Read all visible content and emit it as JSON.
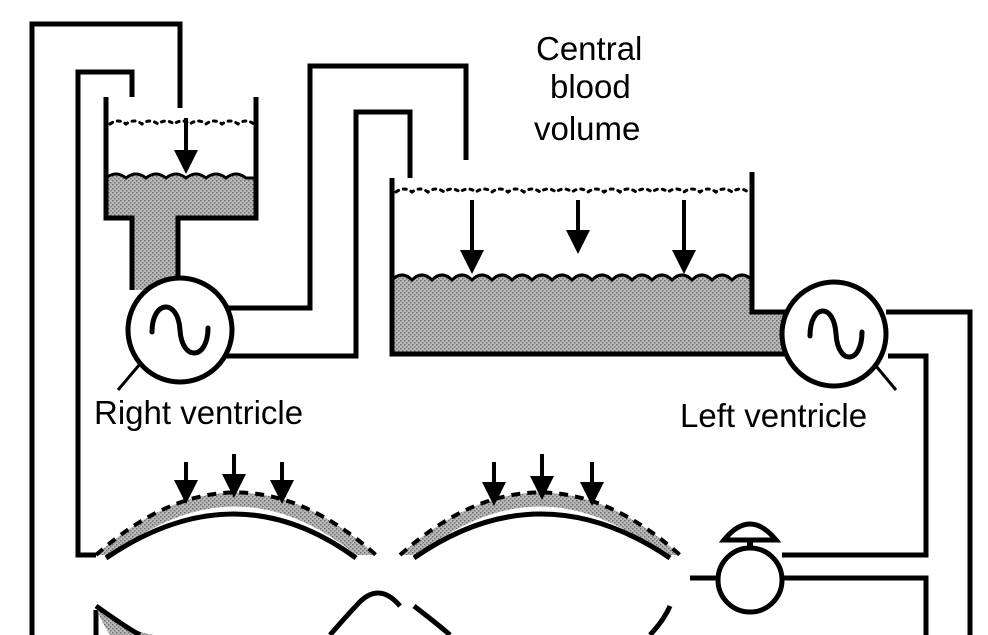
{
  "labels": {
    "central_line1": "Central",
    "central_line2": "blood",
    "central_line3": "volume",
    "right_ventricle": "Right ventricle",
    "left_ventricle": "Left ventricle"
  },
  "colors": {
    "ink": "#000000",
    "stipple": "#9e9e9e",
    "background": "#ffffff"
  },
  "icons": {
    "pump": "sine-wave-circle",
    "valve": "mushroom-valve"
  }
}
